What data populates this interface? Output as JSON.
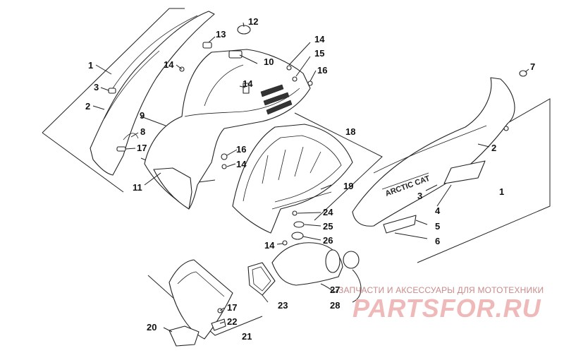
{
  "callouts": {
    "c1a": "1",
    "c2a": "2",
    "c3a": "3",
    "c8": "8",
    "c17a": "17",
    "c9": "9",
    "c11": "11",
    "c14a": "14",
    "c13": "13",
    "c12": "12",
    "c10": "10",
    "c14b": "14",
    "c14c": "14",
    "c15": "15",
    "c16a": "16",
    "c16b": "16",
    "c14d": "14",
    "c18": "18",
    "c19": "19",
    "c24": "24",
    "c25": "25",
    "c26": "26",
    "c14e": "14",
    "c27": "27",
    "c28": "28",
    "c23": "23",
    "c17b": "17",
    "c22": "22",
    "c20": "20",
    "c21": "21",
    "c7": "7",
    "c2b": "2",
    "c3b": "3",
    "c1b": "1",
    "c4": "4",
    "c5": "5",
    "c6": "6"
  },
  "decal": {
    "brand": "ARCTIC CAT"
  },
  "watermark": {
    "tagline": "ЗАПЧАСТИ И АКСЕССУАРЫ ДЛЯ МОТОТЕХНИКИ",
    "logo": "PARTSFOR.RU"
  }
}
